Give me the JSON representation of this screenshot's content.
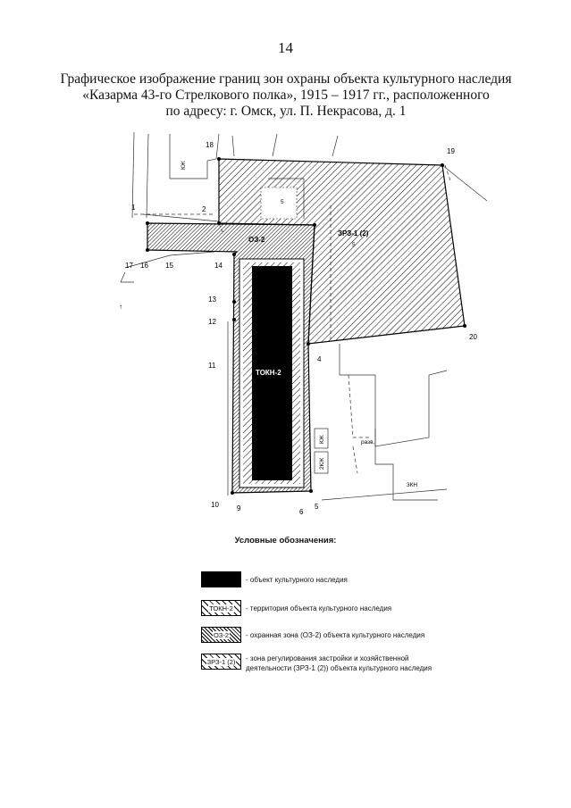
{
  "page_number": "14",
  "title": {
    "line1": "Графическое изображение границ зон охраны объекта культурного наследия",
    "line2": "«Казарма 43-го Стрелкового полка», 1915 – 1917 гг., расположенного",
    "line3": "по адресу: г. Омск, ул. П. Некрасова, д. 1"
  },
  "map": {
    "zone_labels": {
      "ozone": "ОЗ-2",
      "zrz": "ЗРЗ-1 (2)",
      "tokn": "ТОКН-2"
    },
    "point_labels": [
      "1",
      "2",
      "4",
      "5",
      "6",
      "9",
      "10",
      "11",
      "12",
      "13",
      "14",
      "15",
      "16",
      "17",
      "18",
      "19",
      "20"
    ],
    "small_labels": {
      "kzh1": "КЖ",
      "kzh2": "КЖ",
      "kzh3": "2КЖ",
      "razv": "разв.",
      "zkn": "3КН",
      "s1": "5",
      "s2": "5"
    }
  },
  "legend": {
    "title": "Условные обозначения:",
    "items": [
      {
        "swatch": "",
        "text": "- объект культурного наследия"
      },
      {
        "swatch": "ТОКН-2",
        "text": "- территория объекта культурного наследия"
      },
      {
        "swatch": "ОЗ-2",
        "text": "- охранная зона (ОЗ-2) объекта культурного наследия"
      },
      {
        "swatch": "ЗРЗ-1 (2)",
        "text": "- зона регулирования застройки и хозяйственной",
        "text2": "деятельности (ЗРЗ-1 (2)) объекта культурного наследия"
      }
    ]
  }
}
